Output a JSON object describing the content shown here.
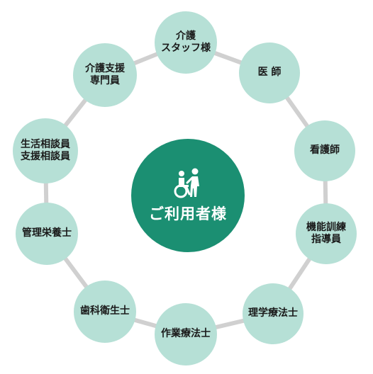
{
  "diagram": {
    "center": {
      "label": "ご利用者様",
      "icon": "wheelchair-caregiver-icon"
    },
    "nodes": [
      {
        "id": "care-staff",
        "label": "介護\nスタッフ様"
      },
      {
        "id": "doctor",
        "label": "医 師"
      },
      {
        "id": "nurse",
        "label": "看護師"
      },
      {
        "id": "functional-trainer",
        "label": "機能訓練\n指導員"
      },
      {
        "id": "physical-therapist",
        "label": "理学療法士"
      },
      {
        "id": "occupational-therapist",
        "label": "作業療法士"
      },
      {
        "id": "dental-hygienist",
        "label": "歯科衛生士"
      },
      {
        "id": "registered-dietitian",
        "label": "管理栄養士"
      },
      {
        "id": "life-consultant",
        "label": "生活相談員\n支援相談員"
      },
      {
        "id": "care-manager",
        "label": "介護支援\n専門員"
      }
    ]
  },
  "colors": {
    "node_fill": "#b6e0d6",
    "center_fill": "#1b8f72",
    "ring": "#d0d0d0",
    "node_text": "#1a1a1a",
    "center_text": "#ffffff"
  }
}
